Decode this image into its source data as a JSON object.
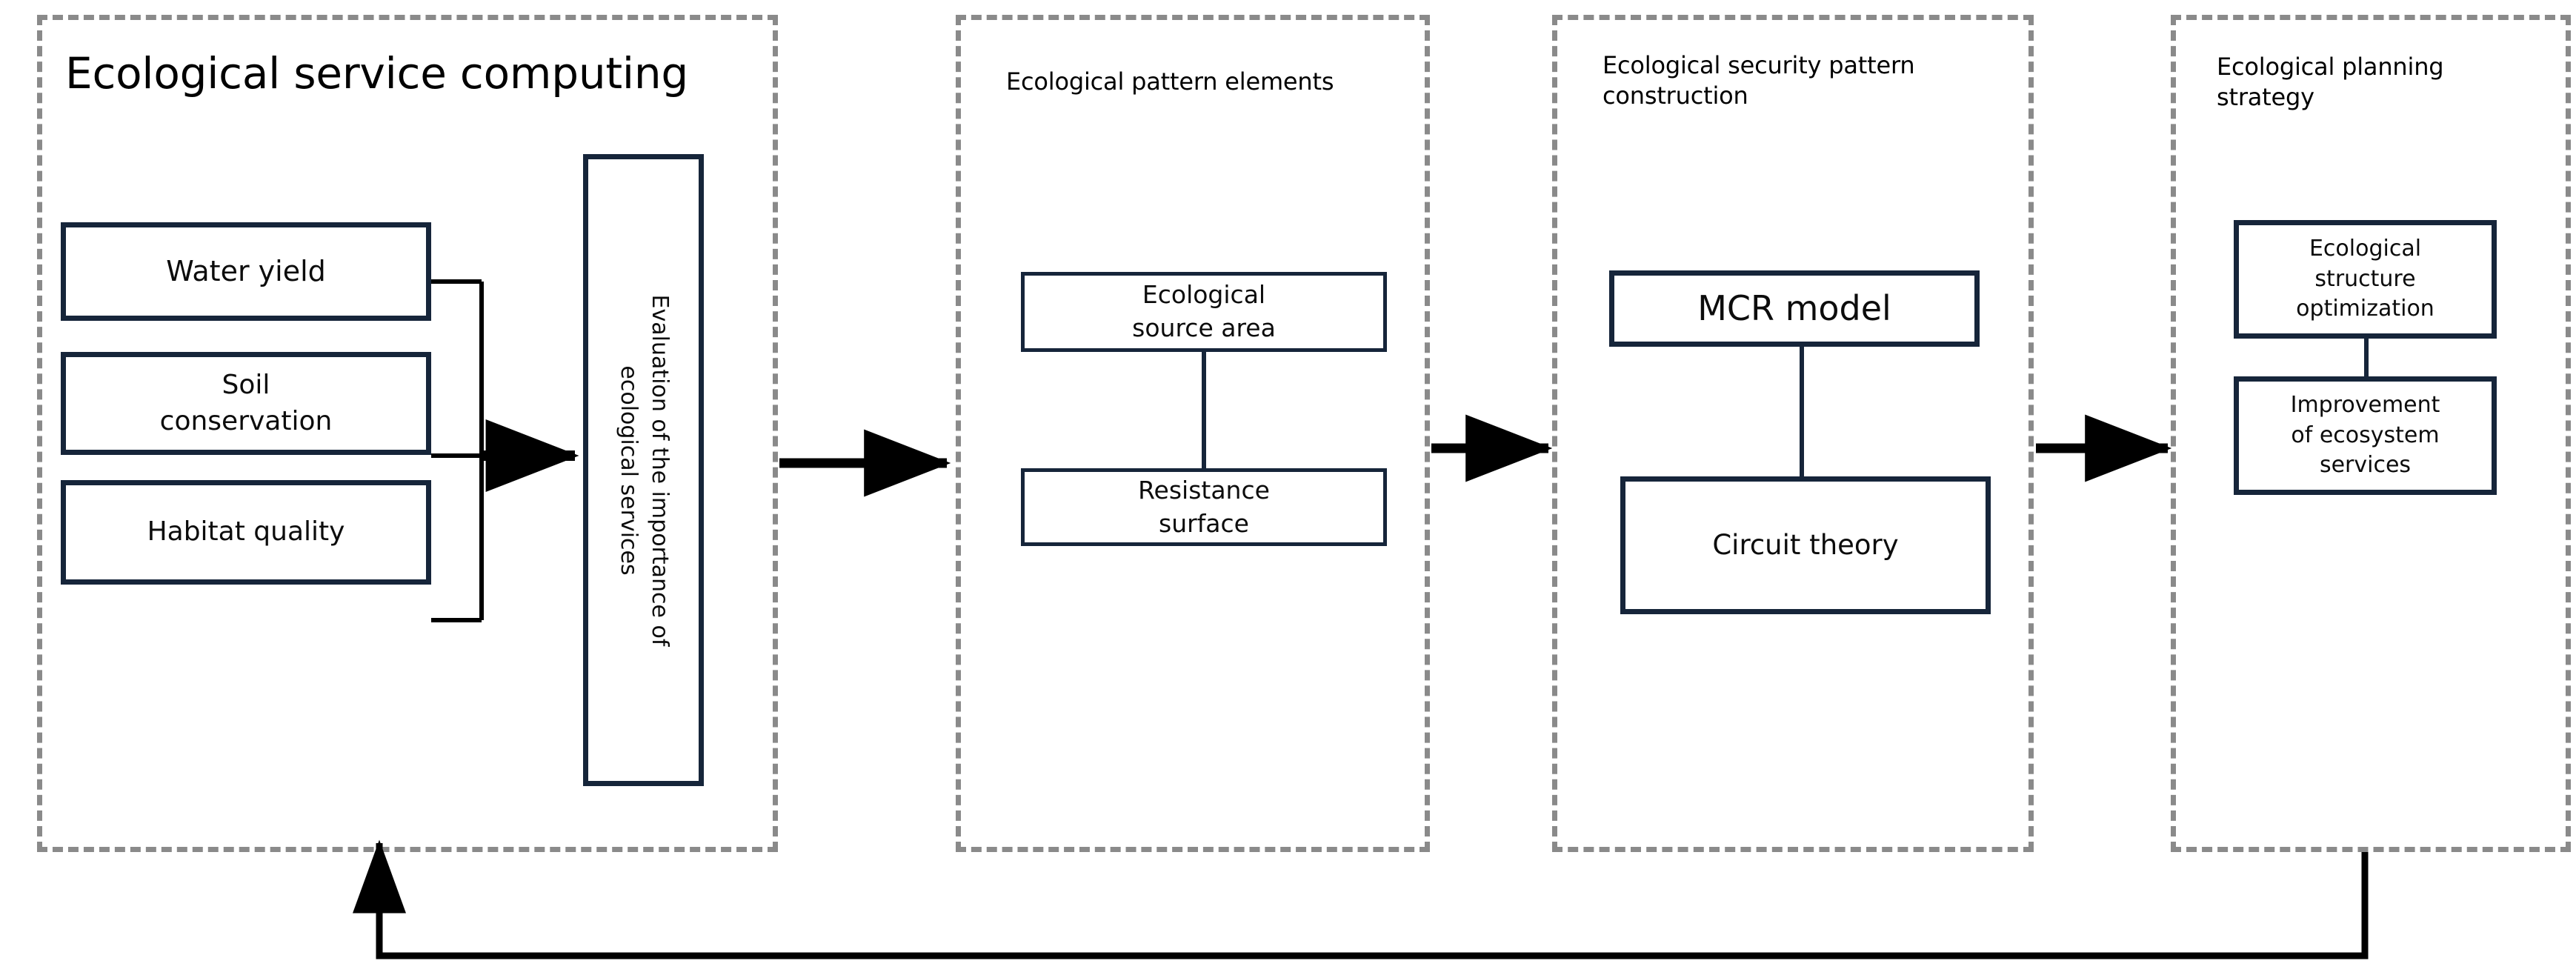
{
  "diagram": {
    "title_internal": "Ecological service computing framework flowchart",
    "colors": {
      "node_border": "#16253a",
      "panel_border": "#8a8a8a",
      "connector": "#000000",
      "background": "#ffffff",
      "text": "#0c0c0c"
    }
  },
  "panels": [
    {
      "id": "panel-ecological-service-computing",
      "title": "Ecological service computing",
      "title_size": "big",
      "nodes": [
        {
          "id": "node-water-yield",
          "label": "Water yield"
        },
        {
          "id": "node-soil-conservation",
          "label": "Soil\nconservation"
        },
        {
          "id": "node-habitat-quality",
          "label": "Habitat quality"
        },
        {
          "id": "node-evaluation",
          "label": "Evaluation of the importance of\necological services",
          "orientation": "vertical"
        }
      ]
    },
    {
      "id": "panel-ecological-pattern-elements",
      "title": "Ecological pattern elements",
      "title_size": "small",
      "nodes": [
        {
          "id": "node-ecological-source-area",
          "label": "Ecological\nsource area"
        },
        {
          "id": "node-resistance-surface",
          "label": "Resistance\nsurface"
        }
      ]
    },
    {
      "id": "panel-ecological-security-pattern-construction",
      "title": "Ecological security pattern\nconstruction",
      "title_size": "small",
      "nodes": [
        {
          "id": "node-mcr-model",
          "label": "MCR model"
        },
        {
          "id": "node-circuit-theory",
          "label": "Circuit theory"
        }
      ]
    },
    {
      "id": "panel-ecological-planning-strategy",
      "title": "Ecological planning\nstrategy",
      "title_size": "small",
      "nodes": [
        {
          "id": "node-ecological-structure-optimization",
          "label": "Ecological\nstructure\noptimization"
        },
        {
          "id": "node-improvement-of-ecosystem-services",
          "label": "Improvement\nof ecosystem\nservices"
        }
      ]
    }
  ],
  "connectors": {
    "stage_arrow_1_label": "",
    "stage_arrow_2_label": "",
    "stage_arrow_3_label": "",
    "feedback_arrow_label": ""
  }
}
